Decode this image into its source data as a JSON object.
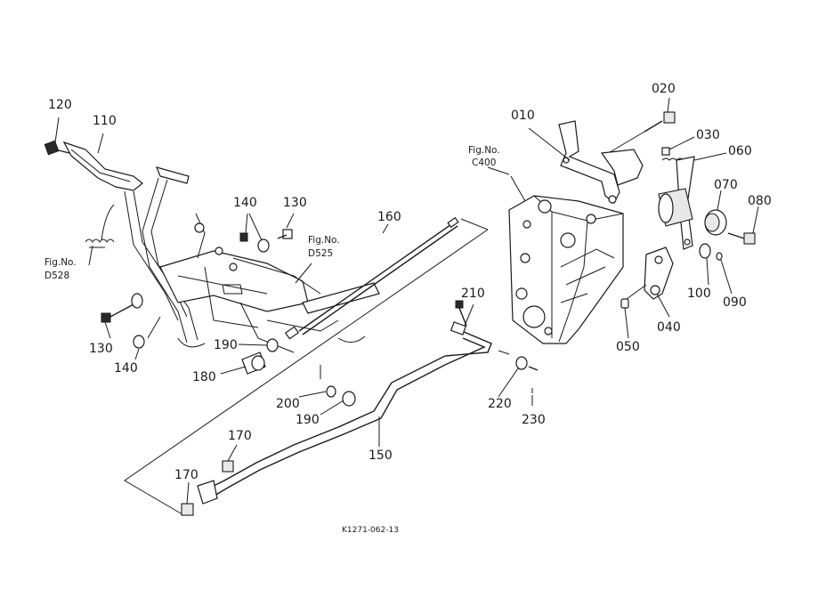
{
  "diagram": {
    "labels": {
      "p010": "010",
      "p020": "020",
      "p030": "030",
      "p040": "040",
      "p050": "050",
      "p060": "060",
      "p070": "070",
      "p080": "080",
      "p090": "090",
      "p100": "100",
      "p110": "110",
      "p120": "120",
      "p130a": "130",
      "p130b": "130",
      "p140a": "140",
      "p140b": "140",
      "p150": "150",
      "p160": "160",
      "p170a": "170",
      "p170b": "170",
      "p180": "180",
      "p190a": "190",
      "p190b": "190",
      "p200": "200",
      "p210": "210",
      "p220": "220",
      "p230": "230"
    },
    "figure_refs": {
      "c400_line1": "Fig.No.",
      "c400_line2": "C400",
      "d525_line1": "Fig.No.",
      "d525_line2": "D525",
      "d528_line1": "Fig.No.",
      "d528_line2": "D528"
    },
    "drawing_code": "K1271-062-13"
  }
}
